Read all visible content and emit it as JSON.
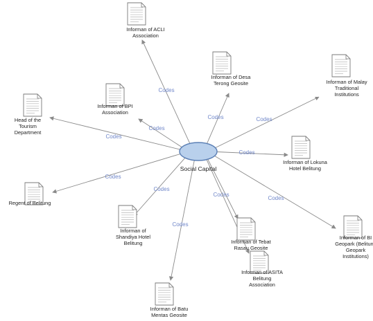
{
  "diagram": {
    "center": {
      "label": "Social Capital",
      "fill": "#b9d0ec",
      "stroke": "#5b7fb5"
    },
    "edge_label": "Codes",
    "colors": {
      "edge": "#8a8a8a",
      "edge_label": "#6f86c9",
      "doc_outline": "#7a7a7a",
      "doc_lines": "#b5b5b5"
    },
    "nodes": [
      {
        "id": "acli",
        "lines": [
          "Informan of ACLI",
          "Association"
        ]
      },
      {
        "id": "desa",
        "lines": [
          "Informan of Desa",
          "Terong Geosite"
        ]
      },
      {
        "id": "bpi",
        "lines": [
          "Informan of BPI",
          "Association"
        ]
      },
      {
        "id": "malay",
        "lines": [
          "Informan of Malay",
          "Traditional",
          "Institutions"
        ]
      },
      {
        "id": "tourism",
        "lines": [
          "Head of the",
          "Tourism",
          "Department"
        ]
      },
      {
        "id": "lokuna",
        "lines": [
          "Informan of Lokuna",
          "Hotel Belitung"
        ]
      },
      {
        "id": "regent",
        "lines": [
          "Regent of Belitung"
        ]
      },
      {
        "id": "shandiya",
        "lines": [
          "Informan of",
          "Shandiya Hotel",
          "Belitung"
        ]
      },
      {
        "id": "tebat",
        "lines": [
          "Informan of Tebat",
          "Rasau Geosite"
        ]
      },
      {
        "id": "geopark",
        "lines": [
          "Informan of BI",
          "Geopark (Belitung",
          "Geopark",
          "Institutions)"
        ]
      },
      {
        "id": "asita",
        "lines": [
          "Informan of ASITA",
          "Belitung",
          "Association"
        ]
      },
      {
        "id": "batu",
        "lines": [
          "Informan of Batu",
          "Mentas Geosite"
        ]
      }
    ]
  }
}
